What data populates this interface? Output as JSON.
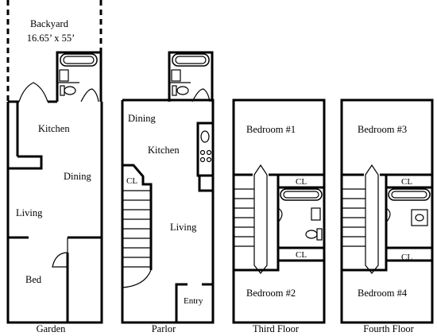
{
  "backyard": {
    "label": "Backyard",
    "size": "16.65’ x 55’"
  },
  "floors": [
    {
      "caption": "Garden",
      "rooms": {
        "kitchen": "Kitchen",
        "dining": "Dining",
        "living": "Living",
        "bed": "Bed"
      }
    },
    {
      "caption": "Parlor",
      "rooms": {
        "dining": "Dining",
        "kitchen": "Kitchen",
        "closet": "CL",
        "living": "Living",
        "entry": "Entry"
      }
    },
    {
      "caption": "Third Floor",
      "rooms": {
        "bedroom_a": "Bedroom #1",
        "closet_a": "CL",
        "closet_b": "CL",
        "bedroom_b": "Bedroom #2"
      }
    },
    {
      "caption": "Fourth Floor",
      "rooms": {
        "bedroom_a": "Bedroom #3",
        "closet_a": "CL",
        "closet_b": "CL",
        "bedroom_b": "Bedroom #4"
      }
    }
  ]
}
